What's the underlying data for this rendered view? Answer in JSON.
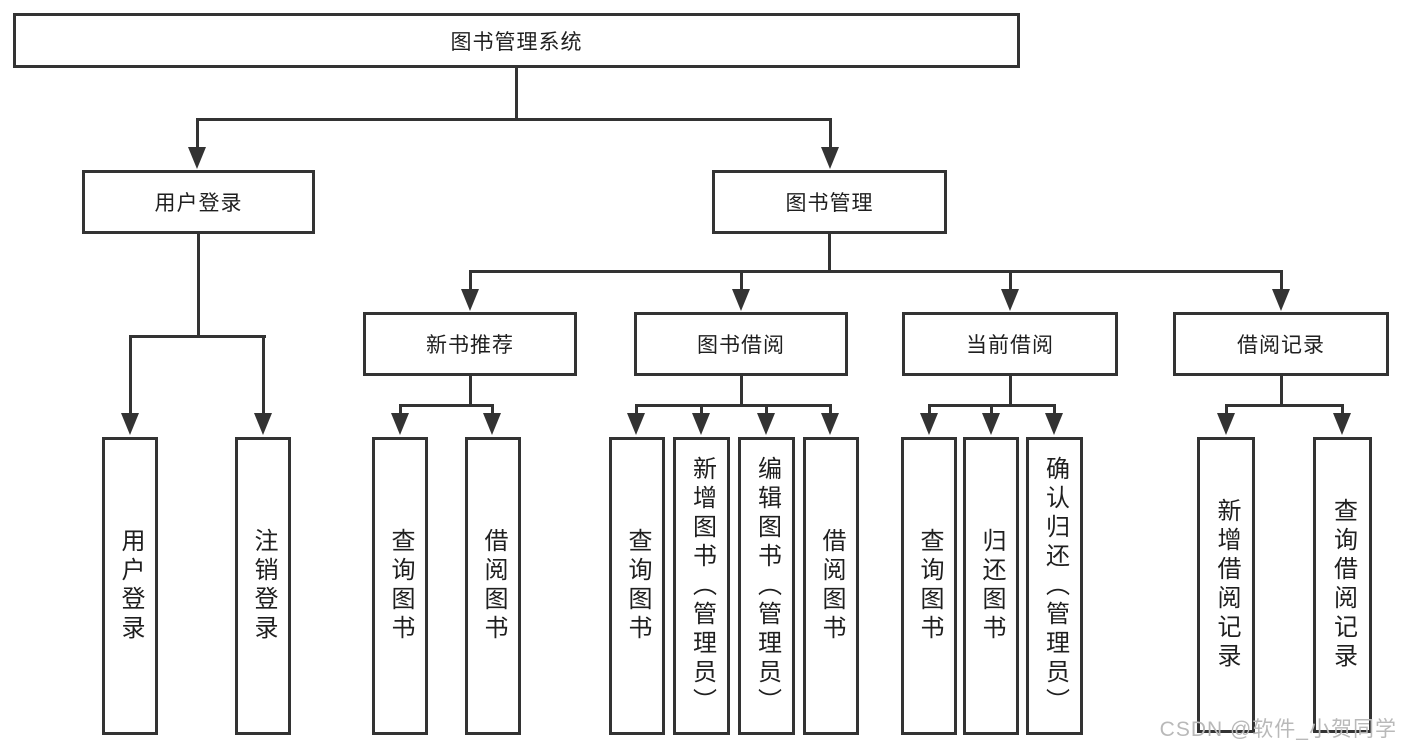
{
  "diagram_title": "图书管理系统",
  "tree": {
    "label": "图书管理系统",
    "children": [
      {
        "label": "用户登录",
        "children": [
          {
            "label": "用户登录"
          },
          {
            "label": "注销登录"
          }
        ]
      },
      {
        "label": "图书管理",
        "children": [
          {
            "label": "新书推荐",
            "children": [
              {
                "label": "查询图书"
              },
              {
                "label": "借阅图书"
              }
            ]
          },
          {
            "label": "图书借阅",
            "children": [
              {
                "label": "查询图书"
              },
              {
                "label": "新增图书（管理员）"
              },
              {
                "label": "编辑图书（管理员）"
              },
              {
                "label": "借阅图书"
              }
            ]
          },
          {
            "label": "当前借阅",
            "children": [
              {
                "label": "查询图书"
              },
              {
                "label": "归还图书"
              },
              {
                "label": "确认归还（管理员）"
              }
            ]
          },
          {
            "label": "借阅记录",
            "children": [
              {
                "label": "新增借阅记录"
              },
              {
                "label": "查询借阅记录"
              }
            ]
          }
        ]
      }
    ]
  },
  "watermark": {
    "text": "CSDN @软件_小贺同学"
  },
  "colors": {
    "line": "#333333",
    "text": "#1f1f1f",
    "background": "#ffffff",
    "watermark": "#b9b9b9"
  }
}
